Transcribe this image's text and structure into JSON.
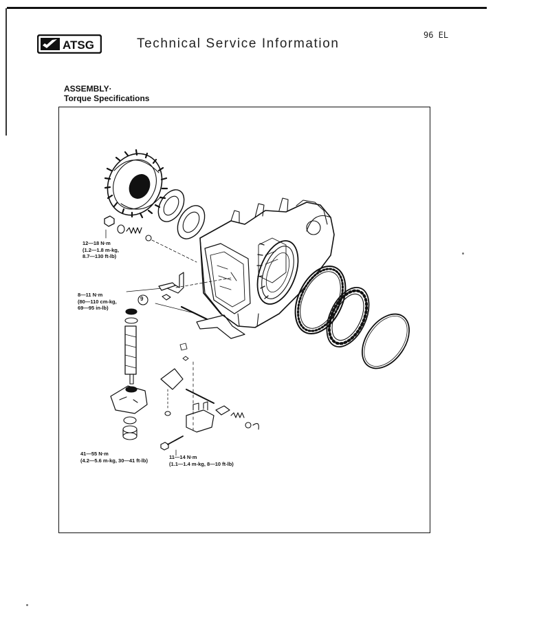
{
  "header": {
    "logo_text": "ATSG",
    "title": "Technical Service Information",
    "page_code": "96 EL"
  },
  "section": {
    "title": "ASSEMBLY·",
    "subtitle": "Torque Specifications"
  },
  "figure": {
    "callouts": [
      {
        "lines": [
          "12—18 N·m",
          "(1.2—1.8 m-kg,",
          "8.7—130 ft-lb)"
        ]
      },
      {
        "lines": [
          "8—11 N·m",
          "(80—110 cm-kg,",
          "69—95 in-lb)"
        ]
      },
      {
        "lines": [
          "41—55 N·m",
          "(4.2—5.6 m-kg, 30—41 ft-lb)"
        ]
      },
      {
        "lines": [
          "11—14 N·m",
          "(1.1—1.4 m-kg, 8—10 ft-lb)"
        ]
      }
    ],
    "item_number": "9"
  }
}
